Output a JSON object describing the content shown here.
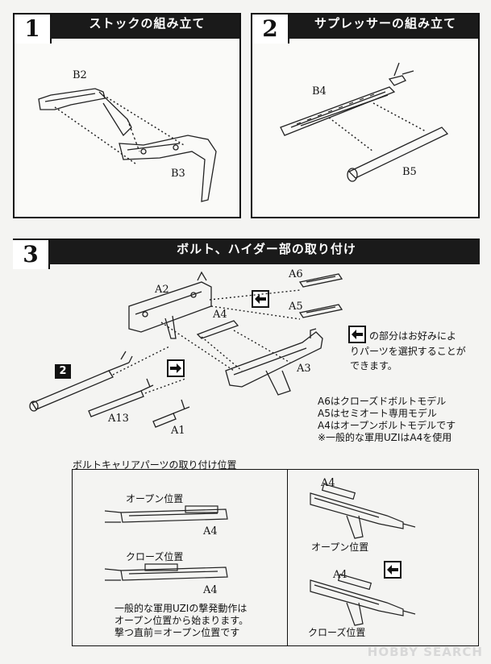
{
  "step1": {
    "number": "1",
    "title": "ストックの組み立て",
    "part_a": "B2",
    "part_b": "B3"
  },
  "step2": {
    "number": "2",
    "title": "サプレッサーの組み立て",
    "part_a": "B4",
    "part_b": "B5"
  },
  "step3": {
    "number": "3",
    "title": "ボルト、ハイダー部の取り付け",
    "parts": {
      "a2": "A2",
      "a4": "A4",
      "a6": "A6",
      "a5": "A5",
      "a3": "A3",
      "a13": "A13",
      "a1": "A1"
    },
    "ref_badge": "2",
    "choice_note": [
      "の部分はお好みによ",
      "りパーツを選択することが",
      "できます。"
    ],
    "model_notes": [
      "A6はクローズドボルトモデル",
      "A5はセミオート専用モデル",
      "A4はオープンボルトモデルです",
      "※一般的な軍用UZIはA4を使用"
    ]
  },
  "bolt_section": {
    "heading": "ボルトキャリアパーツの取り付け位置",
    "open_label": "オープン位置",
    "close_label": "クローズ位置",
    "part_label": "A4",
    "explain": [
      "一般的な軍用UZIの撃発動作は",
      "オープン位置から始まります。",
      "撃つ直前＝オープン位置です"
    ],
    "right_open_label": "オープン位置",
    "right_close_label": "クローズ位置"
  },
  "watermark": "HOBBY SEARCH"
}
